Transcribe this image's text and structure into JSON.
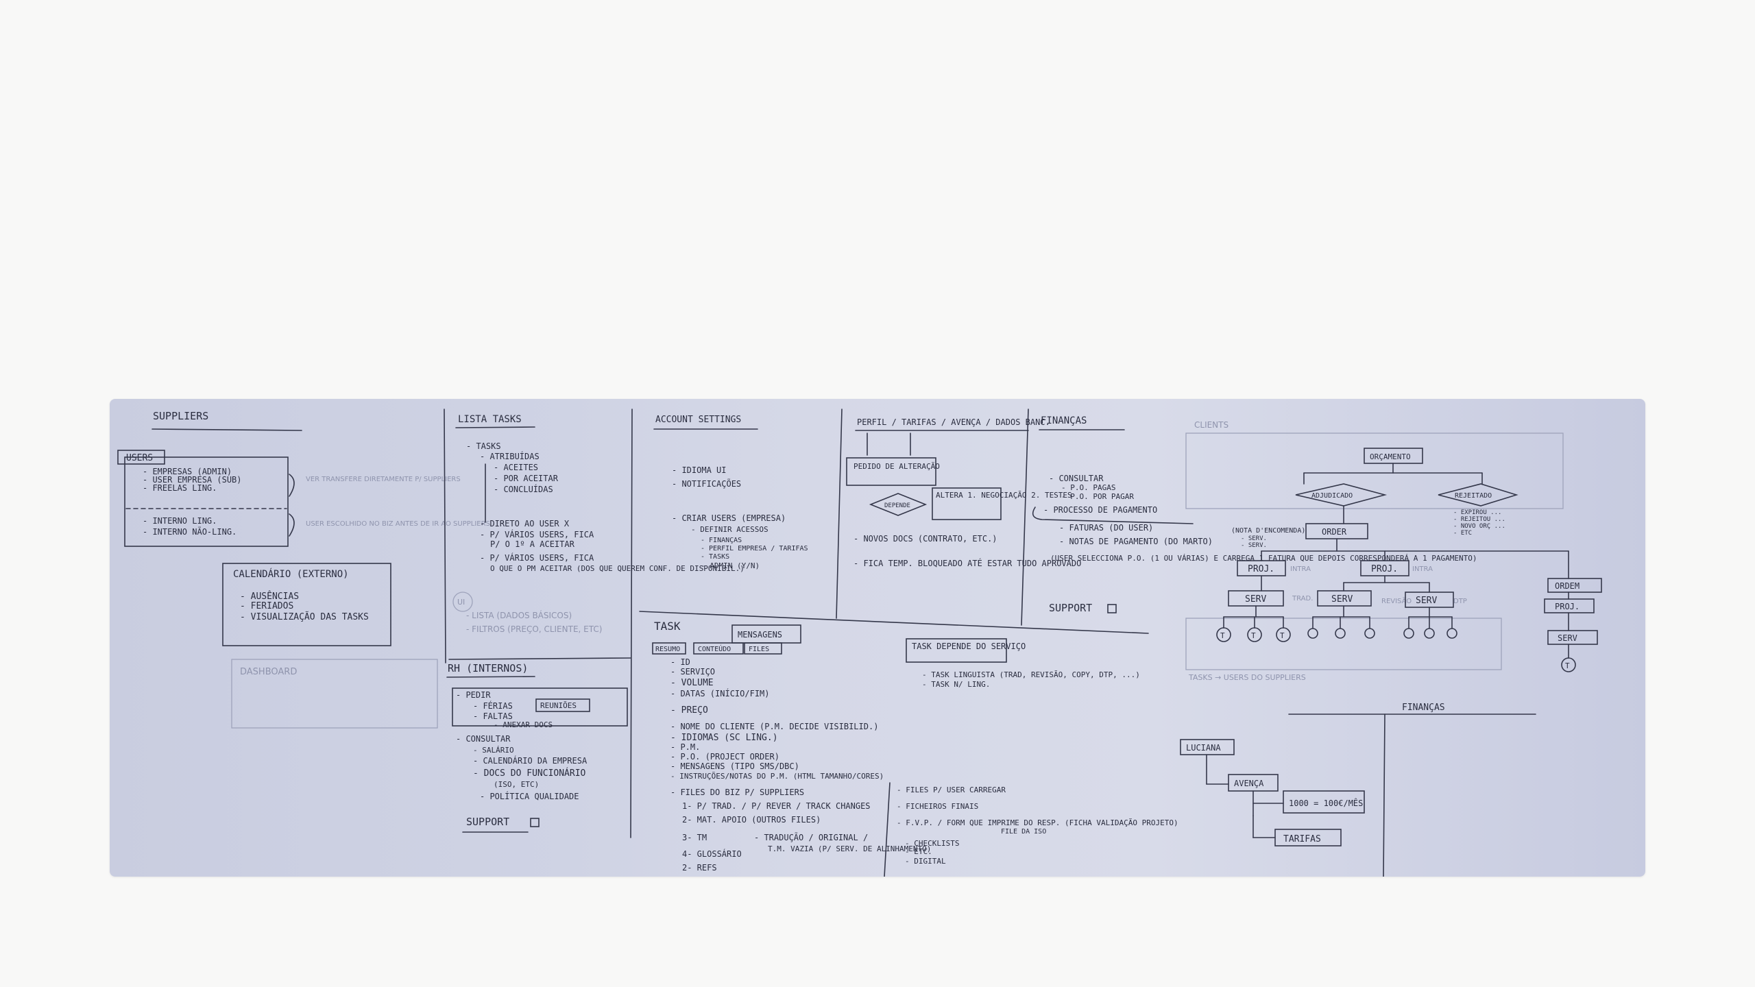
{
  "photo": {
    "description_label": "Whiteboard wireframe sketch",
    "suppliers": {
      "title": "SUPPLIERS",
      "users_box": "USERS",
      "users": [
        "- EMPRESAS (ADMIN)",
        "- USER EMPRESA (SUB)",
        "- FREELAS LING.",
        "- INTERNO LING.",
        "- INTERNO NÃO-LING."
      ],
      "note_1": "VER TRANSFERE DIRETAMENTE P/ SUPPLIERS",
      "note_2": "USER ESCOLHIDO NO BIZ ANTES DE IR AO SUPPLIERS",
      "calendar_title": "CALENDÁRIO (EXTERNO)",
      "calendar_items": [
        "- AUSÊNCIAS",
        "- FERIADOS",
        "- VISUALIZAÇÃO DAS TASKS"
      ],
      "dashboard": "DASHBOARD"
    },
    "tasks": {
      "title": "LISTA TASKS",
      "items": [
        "- TASKS",
        "- ATRIBUÍDAS",
        "- ACEITES",
        "- POR ACEITAR",
        "- CONCLUÍDAS"
      ],
      "flow": [
        "- DIRETO AO USER X",
        "- P/ VÁRIOS USERS, FICA",
        "P/ O 1º A ACEITAR",
        "- P/ VÁRIOS USERS, FICA",
        "O QUE O PM ACEITAR (DOS QUE QUEREM CONF. DE DISPONIBIL.)"
      ],
      "ui_items": [
        "UI",
        "- LISTA (DADOS BÁSICOS)",
        "- FILTROS (PREÇO, CLIENTE, ETC)"
      ]
    },
    "rh": {
      "title": "RH (INTERNOS)",
      "items": [
        "- PEDIR",
        "- FÉRIAS",
        "- FALTAS",
        "- ANEXAR DOCS",
        "REUNIÕES",
        "- CONSULTAR",
        "- SALÁRIO",
        "- CALENDÁRIO DA EMPRESA",
        "- DOCS DO FUNCIONÁRIO",
        "(ISO, ETC)",
        "- POLÍTICA QUALIDADE"
      ],
      "support": "SUPPORT"
    },
    "account": {
      "title": "ACCOUNT SETTINGS",
      "items": [
        "- IDIOMA UI",
        "- NOTIFICAÇÕES",
        "- CRIAR USERS (EMPRESA)",
        "- DEFINIR ACESSOS",
        "- FINANÇAS",
        "- PERFIL EMPRESA / TARIFAS",
        "- TASKS",
        "- ADMIN (Y/N)"
      ]
    },
    "perfil": {
      "title": "PERFIL / TARIFAS / AVENÇA / DADOS BANC.",
      "box_1": "PEDIDO DE ALTERAÇÃO",
      "box_2": "ALTERA 1. NEGOCIAÇÃO 2. TESTES",
      "diamond": "DEPENDE",
      "notes": [
        "- NOVOS DOCS (CONTRATO, ETC.)",
        "- FICA TEMP. BLOQUEADO ATÉ ESTAR TUDO APROVADO"
      ]
    },
    "financas": {
      "title": "FINANÇAS",
      "items": [
        "- CONSULTAR",
        "- P.O. PAGAS",
        "- P.O. POR PAGAR",
        "- PROCESSO DE PAGAMENTO",
        "- FATURAS (DO USER)",
        "- NOTAS DE PAGAMENTO (DO MARTO)",
        "(USER SELECCIONA P.O. (1 OU VÁRIAS) E CARREGA 1 FATURA QUE DEPOIS CORRESPONDERÁ A 1 PAGAMENTO)"
      ],
      "support": "SUPPORT"
    },
    "task": {
      "title": "TASK",
      "tabs": [
        "RESUMO",
        "CONTEÚDO",
        "FILES"
      ],
      "mensagens": "MENSAGENS",
      "fields": [
        "- ID",
        "- SERVIÇO",
        "- VOLUME",
        "- DATAS (INÍCIO/FIM)",
        "- PREÇO",
        "- NOME DO CLIENTE (P.M. DECIDE VISIBILID.)",
        "- IDIOMAS (SC LING.)",
        "- P.M.",
        "- P.O. (PROJECT ORDER)",
        "- MENSAGENS (TIPO SMS/DBC)",
        "- INSTRUÇÕES/NOTAS DO P.M. (HTML TAMANHO/CORES)",
        "- FILES DO BIZ P/ SUPPLIERS",
        "1- P/ TRAD. / P/ REVER / TRACK CHANGES",
        "2- MAT. APOIO (OUTROS FILES)",
        "3- TM",
        "- TRADUÇÃO / ORIGINAL /",
        "T.M. VAZIA (P/ SERV. DE ALINHAMENTO)",
        "4- GLOSSÁRIO",
        "2- REFS"
      ],
      "depende": "TASK DEPENDE DO SERVIÇO",
      "depende_items": [
        "- TASK LINGUISTA (TRAD, REVISÃO, COPY, DTP, ...)",
        "- TASK N/ LING."
      ],
      "files_right": [
        "- FILES P/ USER CARREGAR",
        "- FICHEIROS FINAIS",
        "- F.V.P. / FORM QUE IMPRIME DO RESP. (FICHA VALIDAÇÃO PROJETO)",
        "FILE DA ISO",
        "- CHECKLISTS",
        "- ETC.",
        "- DIGITAL"
      ]
    },
    "clients": {
      "faint_label": "CLIENTS",
      "orcamento": "ORÇAMENTO",
      "adjudicado": "ADJUDICADO",
      "rejeitado": "REJEITADO",
      "rejected_notes": [
        "- EXPIROU ...",
        "- REJEITOU ...",
        "- NOVO ORÇ ...",
        "- ETC"
      ],
      "nota_encomenda": "(NOTA D'ENCOMENDA)",
      "nota_items": [
        "- SERV.",
        "- SERV."
      ],
      "order": "ORDER",
      "proj": "PROJ.",
      "serv": "SERV",
      "ordem": "ORDEM",
      "t": "T",
      "faint_tags": [
        "INTRA",
        "INTRA",
        "TRAD.",
        "REVISÃO",
        "DTP"
      ],
      "tasks_note": "TASKS → USERS DO SUPPLIERS",
      "financas": "FINANÇAS",
      "luciana": "LUCIANA",
      "avenca": "AVENÇA",
      "avenca_note": "1000 = 100€/MÊS",
      "tarifas": "TARIFAS"
    }
  }
}
